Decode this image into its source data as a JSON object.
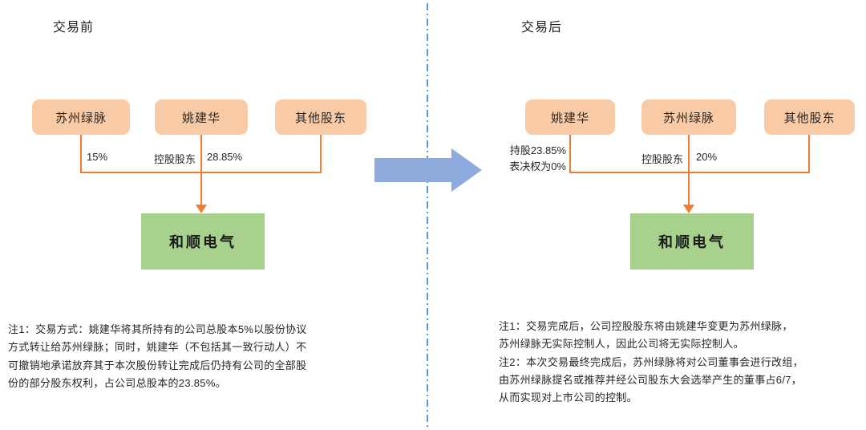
{
  "colors": {
    "shareholder_box": "#F8CBA6",
    "company_box": "#A9D18E",
    "connector_line": "#ED7D31",
    "transition_arrow": "#8FAADC",
    "divider_line": "#5B9BD5"
  },
  "left": {
    "title": "交易前",
    "shareholders": [
      "苏州绿脉",
      "姚建华",
      "其他股东"
    ],
    "stake_label_1": "15%",
    "stake_label_2_left": "控股股东",
    "stake_label_2_right": "28.85%",
    "company": "和顺电气",
    "note": "注1：交易方式：姚建华将其所持有的公司总股本5%以股份协议\n方式转让给苏州绿脉；同时，姚建华（不包括其一致行动人）不\n可撤销地承诺放弃其于本次股份转让完成后仍持有公司的全部股\n份的部分股东权利，占公司总股本的23.85%。"
  },
  "right": {
    "title": "交易后",
    "shareholders": [
      "姚建华",
      "苏州绿脉",
      "其他股东"
    ],
    "stake_label_1": "持股23.85%\n表决权为0%",
    "stake_label_2_left": "控股股东",
    "stake_label_2_right": "20%",
    "company": "和顺电气",
    "note": "注1：交易完成后，公司控股股东将由姚建华变更为苏州绿脉，\n苏州绿脉无实际控制人，因此公司将无实际控制人。\n注2：本次交易最终完成后，苏州绿脉将对公司董事会进行改组，\n由苏州绿脉提名或推荐并经公司股东大会选举产生的董事占6/7，\n从而实现对上市公司的控制。"
  }
}
